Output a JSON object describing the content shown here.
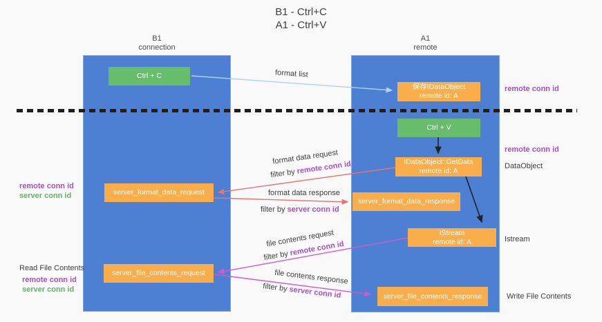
{
  "title": {
    "line1": "B1 - Ctrl+C",
    "line2": "A1 - Ctrl+V"
  },
  "lanes": {
    "b1": {
      "name": "B1",
      "subtitle": "connection"
    },
    "a1": {
      "name": "A1",
      "subtitle": "remote"
    }
  },
  "boxes": {
    "ctrl_c": "Ctrl + C",
    "ctrl_v": "Ctrl + V",
    "save_idataobject": {
      "line1": "保存IDataObject",
      "line2": "remote id: A"
    },
    "idataobject_getdata": {
      "line1": "IDataObject::GetData",
      "line2": "remote id: A"
    },
    "istream": {
      "line1": "IStream",
      "line2": "remote id: A"
    },
    "server_format_data_request": "server_format_data_request",
    "server_format_data_response": "server_format_data_response",
    "server_file_contents_request": "server_file_contents_request",
    "server_file_contents_response": "server_file_contents_response"
  },
  "arrows": {
    "format_list": {
      "label": "format list"
    },
    "format_data_request": {
      "label": "format data request",
      "filter_prefix": "filter by",
      "filter_id": "remote conn id"
    },
    "format_data_response": {
      "label": "format data response",
      "filter_prefix": "filter by",
      "filter_id": "server conn id"
    },
    "file_contents_request": {
      "label": "file contents request",
      "filter_prefix": "filter by",
      "filter_id": "remote conn id"
    },
    "file_contents_response": {
      "label": "file contents response",
      "filter_prefix": "filter by",
      "filter_id": "server conn id"
    }
  },
  "side_labels": {
    "right_remote_conn_id_top": "remote conn id",
    "right_remote_conn_id_mid": "remote conn id",
    "right_dataobject": "DataObject",
    "right_istream": "Istream",
    "right_write_file_contents": "Write File Contents",
    "left_remote_conn_id_1": "remote conn id",
    "left_server_conn_id_1": "server conn id",
    "left_read_file_contents": "Read File Contents",
    "left_remote_conn_id_2": "remote conn id",
    "left_server_conn_id_2": "server conn id"
  },
  "colors": {
    "lane_blue": "#4d7fd2",
    "box_green": "#68bd6c",
    "box_orange": "#f9ae4b",
    "label_purple": "#a74fc6",
    "label_green": "#5cb85f",
    "arrow_red": "#e87470",
    "arrow_pink": "#d159cf",
    "arrow_light_blue": "#aad4f2",
    "arrow_black": "#222222"
  }
}
